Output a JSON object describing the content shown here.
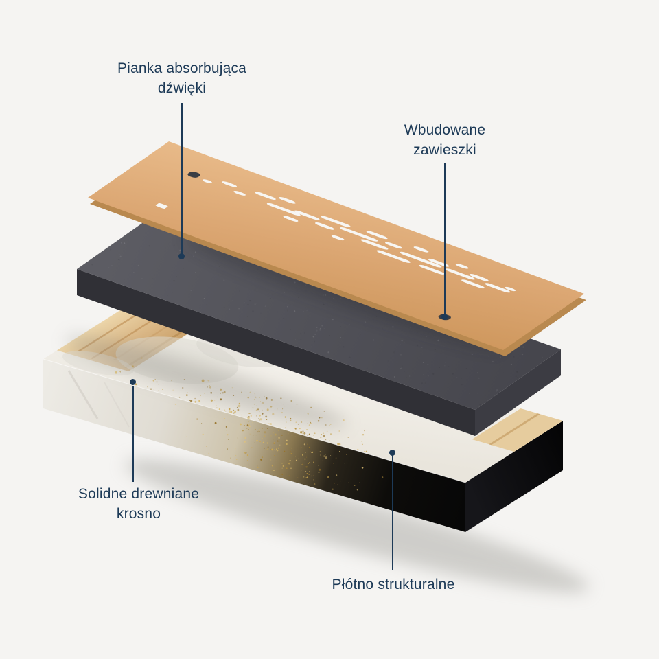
{
  "background": "#f5f4f2",
  "accent_color": "#1d3a57",
  "labels": {
    "foam": {
      "text": "Pianka absorbująca\ndźwięki"
    },
    "hangers": {
      "text": "Wbudowane\nzawieszki"
    },
    "frame": {
      "text": "Solidne drewniane\nkrosno"
    },
    "canvas": {
      "text": "Płótno strukturalne"
    }
  },
  "layers": {
    "board": {
      "color": "#dba672",
      "color_dark": "#b9894f",
      "slot_color": "#f7f6f3",
      "hanger_color": "#3a3e45",
      "slots": [
        [
          0.14,
          0.7,
          0.022
        ],
        [
          0.175,
          0.76,
          0.035
        ],
        [
          0.215,
          0.7,
          0.028
        ],
        [
          0.25,
          0.78,
          0.05
        ],
        [
          0.295,
          0.7,
          0.08
        ],
        [
          0.3,
          0.82,
          0.04
        ],
        [
          0.355,
          0.73,
          0.06
        ],
        [
          0.35,
          0.62,
          0.035
        ],
        [
          0.41,
          0.78,
          0.07
        ],
        [
          0.415,
          0.68,
          0.045
        ],
        [
          0.465,
          0.73,
          0.09
        ],
        [
          0.47,
          0.6,
          0.03
        ],
        [
          0.515,
          0.8,
          0.05
        ],
        [
          0.525,
          0.68,
          0.065
        ],
        [
          0.57,
          0.75,
          0.04
        ],
        [
          0.575,
          0.62,
          0.08
        ],
        [
          0.615,
          0.7,
          0.1
        ],
        [
          0.625,
          0.82,
          0.035
        ],
        [
          0.675,
          0.74,
          0.05
        ],
        [
          0.675,
          0.63,
          0.06
        ],
        [
          0.725,
          0.7,
          0.07
        ],
        [
          0.73,
          0.8,
          0.03
        ],
        [
          0.775,
          0.74,
          0.045
        ],
        [
          0.775,
          0.64,
          0.055
        ],
        [
          0.82,
          0.7,
          0.06
        ],
        [
          0.86,
          0.74,
          0.025
        ]
      ],
      "hangers": [
        [
          0.115,
          0.72
        ],
        [
          0.833,
          0.134
        ]
      ],
      "square_slot": [
        0.135,
        0.22
      ]
    },
    "foam": {
      "top_color": "#55555c",
      "front_color": "#303036",
      "side_color": "#3c3c43"
    },
    "canvas": {
      "top_color": "#f3f1ea",
      "wood_color": "#dcb988",
      "edge_color": "#0b0b0c",
      "gold_colors": [
        "#caa54f",
        "#b08b3a",
        "#e2c276",
        "#97742c",
        "#d9b75f"
      ]
    }
  }
}
